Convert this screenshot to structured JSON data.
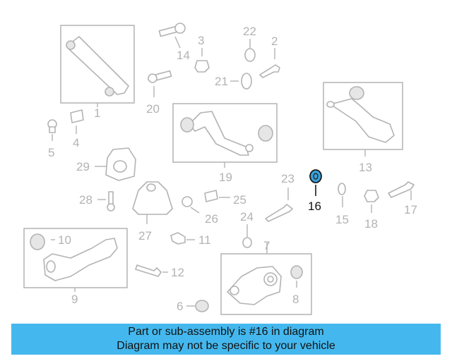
{
  "diagram": {
    "callouts": {
      "c1": "1",
      "c2": "2",
      "c3": "3",
      "c4": "4",
      "c5": "5",
      "c6": "6",
      "c7": "7",
      "c8": "8",
      "c9": "9",
      "c10": "10",
      "c11": "11",
      "c12": "12",
      "c13": "13",
      "c14": "14",
      "c15": "15",
      "c16": "16",
      "c17": "17",
      "c18": "18",
      "c19": "19",
      "c20": "20",
      "c21": "21",
      "c22": "22",
      "c23": "23",
      "c24": "24",
      "c25": "25",
      "c26": "26",
      "c27": "27",
      "c28": "28",
      "c29": "29"
    },
    "highlighted_part": "16",
    "colors": {
      "line_gray": "#b3b3b3",
      "highlight_fill": "#3aa0d8",
      "banner_bg": "#44b8ee"
    }
  },
  "banner": {
    "line1": "Part or sub-assembly is #16 in diagram",
    "line2": "Diagram may not be specific to your vehicle"
  }
}
